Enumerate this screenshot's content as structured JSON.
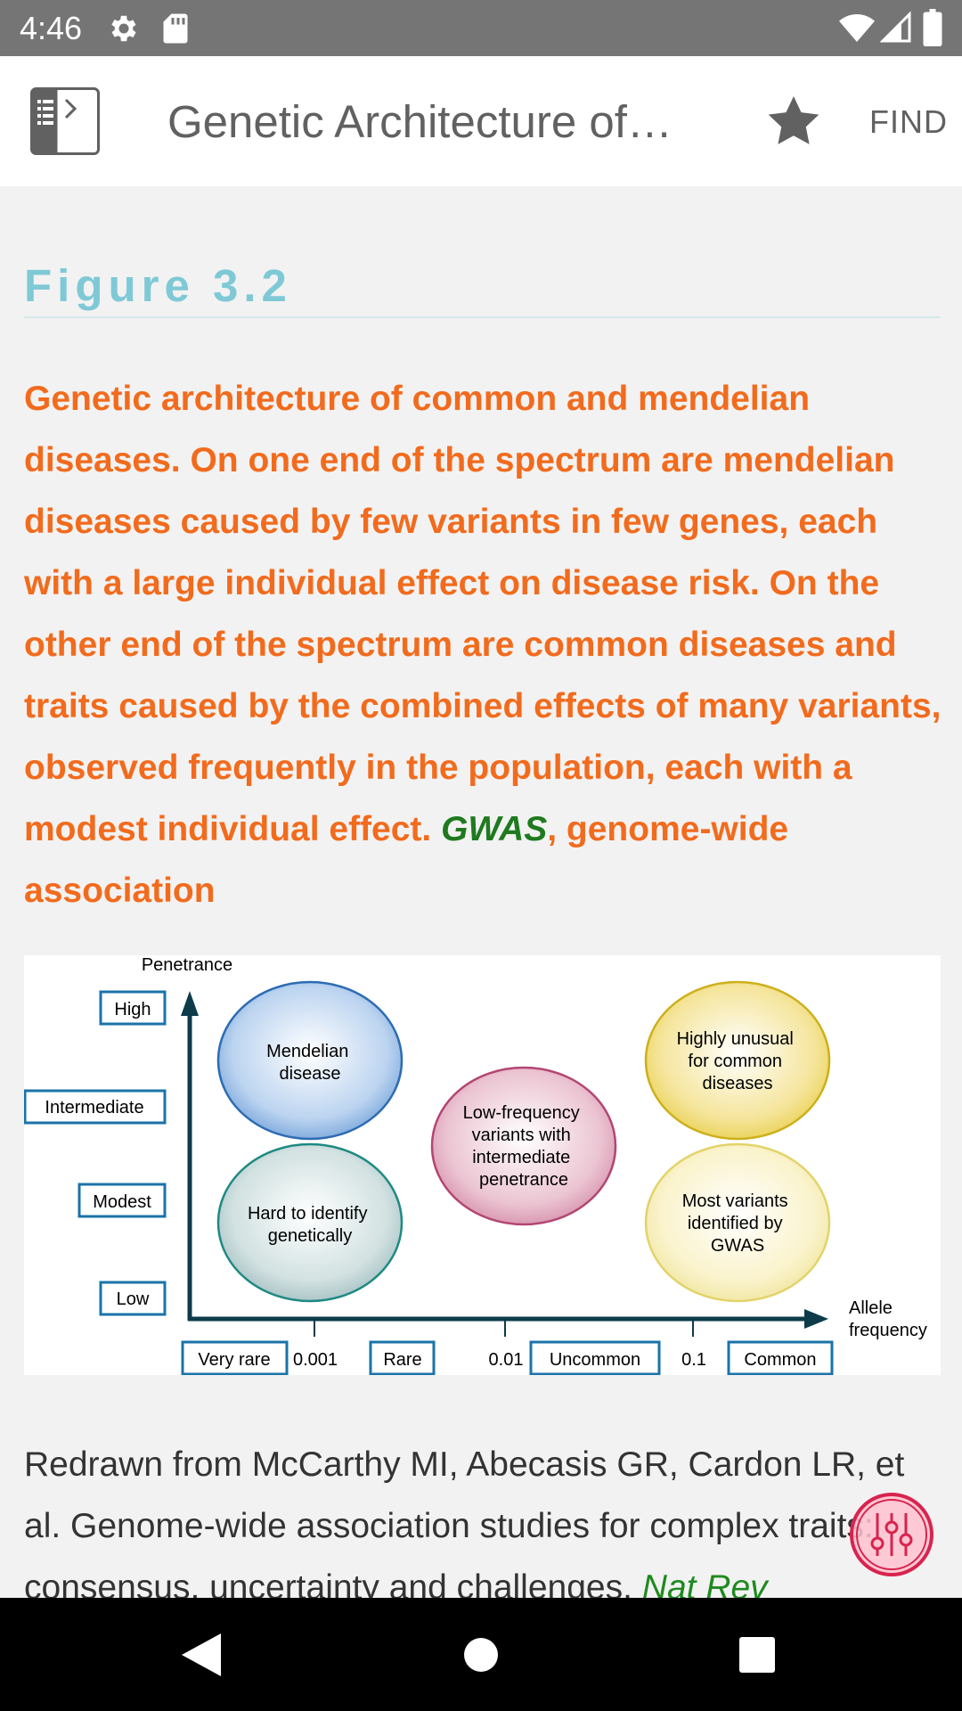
{
  "status": {
    "time": "4:46",
    "icons": [
      "settings-icon",
      "sd-card-icon",
      "wifi-icon",
      "signal-icon",
      "battery-icon"
    ]
  },
  "app_bar": {
    "title": "Genetic Architecture of…",
    "find_label": "FIND",
    "icons": [
      "table-of-contents-icon",
      "star-icon"
    ]
  },
  "figure": {
    "label": "Figure 3.2",
    "caption_main": "Genetic architecture of common and mendelian diseases. On one end of the spectrum are mendelian diseases caused by few variants in few genes, each with a large individual effect on disease risk. On the other end of the spectrum are common diseases and traits caused by the combined effects of many variants, observed frequently in the population, each with a modest individual effect. ",
    "caption_link": "GWAS",
    "caption_end": ", genome-wide association",
    "diagram": {
      "y_axis_title": "Penetrance",
      "x_axis_title_1": "Allele",
      "x_axis_title_2": "frequency",
      "y_levels": [
        "High",
        "Intermediate",
        "Modest",
        "Low"
      ],
      "x_categories": [
        "Very rare",
        "Rare",
        "Uncommon",
        "Common"
      ],
      "x_ticks": [
        "0.001",
        "0.01",
        "0.1"
      ],
      "bubbles": [
        {
          "lines": [
            "Mendelian",
            "disease"
          ]
        },
        {
          "lines": [
            "Hard to identify",
            "genetically"
          ]
        },
        {
          "lines": [
            "Low-frequency",
            "variants with",
            "intermediate",
            "penetrance"
          ]
        },
        {
          "lines": [
            "Highly unusual",
            "for common",
            "diseases"
          ]
        },
        {
          "lines": [
            "Most variants",
            "identified by",
            "GWAS"
          ]
        }
      ],
      "colors": {
        "axis": "#0d3b4a",
        "box_border": "#1a73a8",
        "mendelian": "#5b8fd0",
        "hard": "#8fb4b8",
        "lowfreq": "#cc6c8e",
        "unusual": "#e8cf4a",
        "most": "#efe49a"
      }
    }
  },
  "citation": {
    "text": "Redrawn from McCarthy MI, Abecasis GR, Cardon LR, et al. Genome-wide association studies for complex traits: consensus, uncertainty and challenges. ",
    "journal": "Nat Rev"
  },
  "fab": {
    "icon": "settings-sliders-icon"
  },
  "nav": {
    "icons": [
      "back-icon",
      "home-icon",
      "recents-icon"
    ]
  }
}
